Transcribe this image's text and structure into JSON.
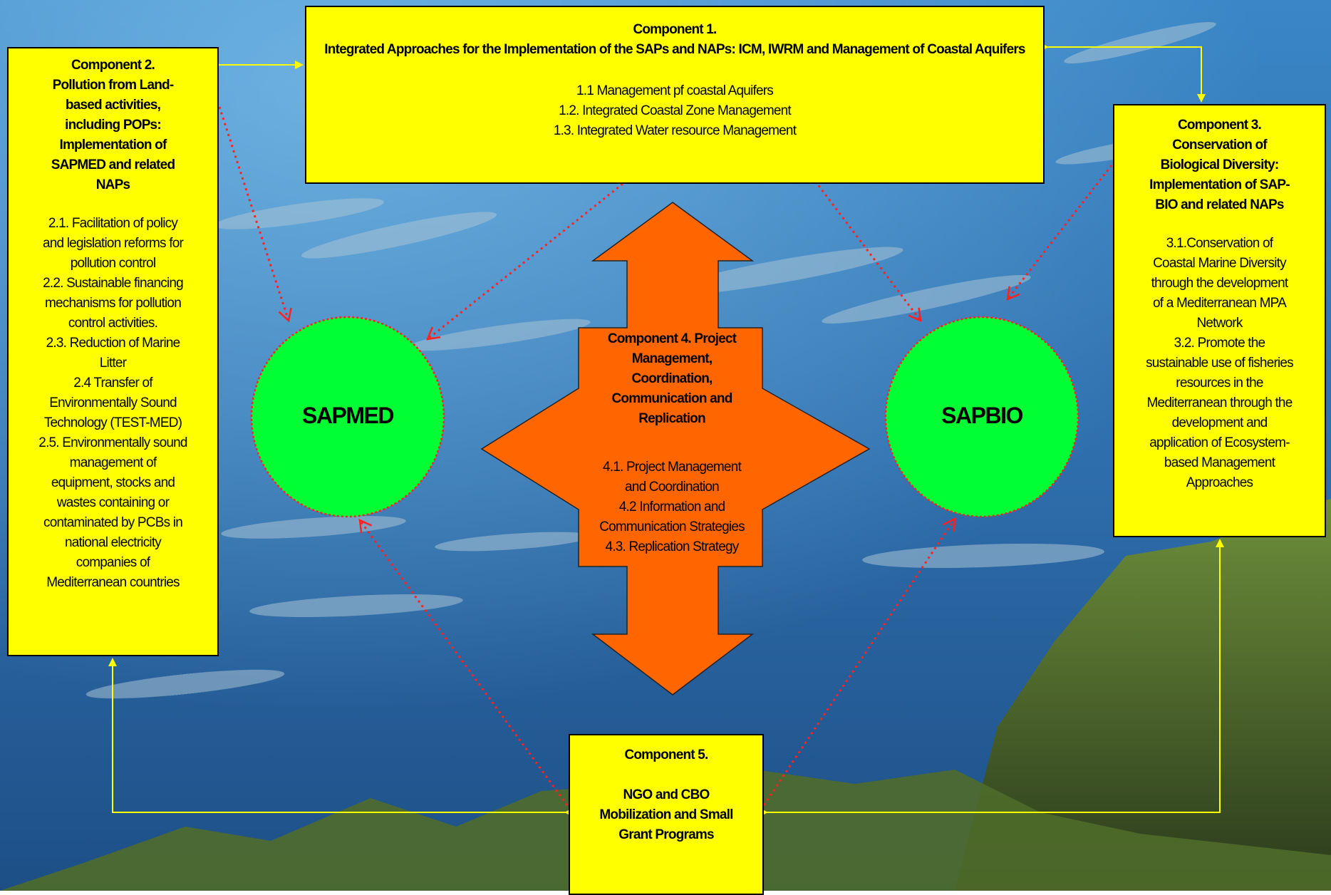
{
  "colors": {
    "box_fill": "#ffff00",
    "circle_fill": "#00ff33",
    "cross_fill": "#ff6600",
    "dotted_arrow": "#ff2020",
    "connector": "#ffff00"
  },
  "component1": {
    "title": "Component 1.\nIntegrated Approaches for the Implementation of the SAPs and NAPs: ICM, IWRM and Management of Coastal Aquifers",
    "items": "1.1 Management pf coastal Aquifers\n1.2. Integrated Coastal Zone Management\n1.3. Integrated Water resource Management"
  },
  "component2": {
    "title": "Component 2.\nPollution from Land-\nbased activities,\nincluding POPs:\nImplementation of\nSAPMED and related\nNAPs",
    "items": "2.1. Facilitation of policy\nand legislation reforms for\npollution control\n2.2. Sustainable financing\nmechanisms for pollution\ncontrol activities.\n2.3. Reduction of Marine\nLitter\n2.4 Transfer of\nEnvironmentally Sound\nTechnology (TEST-MED)\n2.5. Environmentally sound\nmanagement of\nequipment, stocks and\nwastes containing or\ncontaminated by PCBs in\nnational electricity\ncompanies of\nMediterranean countries"
  },
  "component3": {
    "title": "Component 3.\nConservation of\nBiological Diversity:\nImplementation of SAP-\nBIO and related NAPs",
    "items": "3.1.Conservation of\nCoastal Marine Diversity\nthrough the development\nof a Mediterranean MPA\nNetwork\n3.2. Promote the\nsustainable use of fisheries\nresources in the\nMediterranean through the\ndevelopment and\napplication of Ecosystem-\nbased Management\nApproaches"
  },
  "component4": {
    "title": "Component 4. Project\nManagement,\nCoordination,\nCommunication and\nReplication",
    "items": "4.1. Project Management\nand Coordination\n4.2 Information and\nCommunication Strategies\n4.3. Replication Strategy"
  },
  "component5": {
    "title": "Component  5.",
    "items": "NGO and CBO\nMobilization and Small\nGrant Programs"
  },
  "circles": {
    "left": "SAPMED",
    "right": "SAPBIO"
  }
}
